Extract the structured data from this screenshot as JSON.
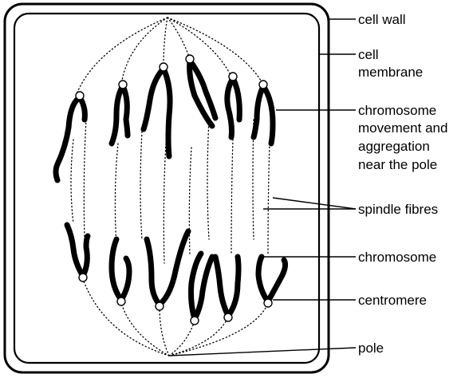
{
  "labels": {
    "cell_wall": "cell  wall",
    "cell_membrane_line1": "cell",
    "cell_membrane_line2": "membrane",
    "chromosome_movement_line1": "chromosome",
    "chromosome_movement_line2": "movement and",
    "chromosome_movement_line3": "aggregation",
    "chromosome_movement_line4": "near the pole",
    "spindle_fibres": "spindle fibres",
    "chromosome": "chromosome",
    "centromere": "centromere",
    "pole": "pole"
  },
  "colors": {
    "ink": "#000000",
    "background": "#ffffff"
  }
}
